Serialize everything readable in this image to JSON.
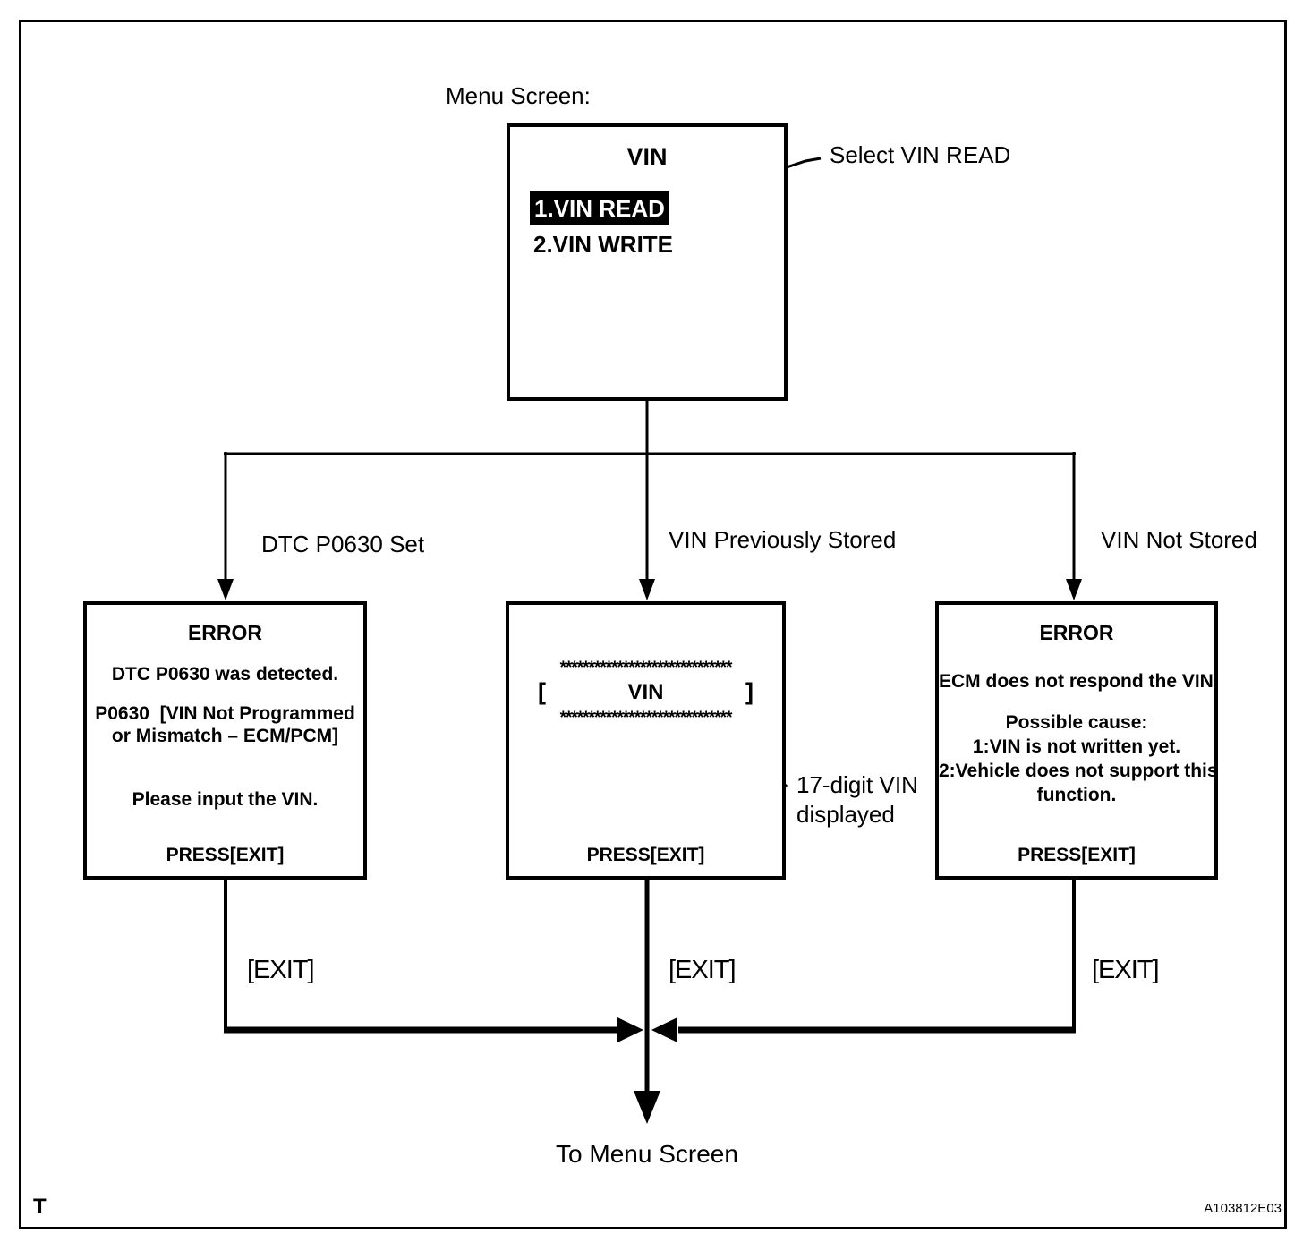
{
  "figure": {
    "corner_letter": "T",
    "figure_id": "A103812E03"
  },
  "labels": {
    "menu_screen": "Menu Screen:",
    "select_annotation": "Select VIN READ",
    "vin_annotation_line1": "17-digit VIN",
    "vin_annotation_line2": "displayed",
    "to_menu": "To Menu Screen"
  },
  "menu": {
    "title": "VIN",
    "items": [
      {
        "label": "1.VIN READ",
        "selected": true
      },
      {
        "label": "2.VIN WRITE",
        "selected": false
      }
    ]
  },
  "branches": [
    {
      "label": "DTC P0630 Set",
      "exit_label": "[EXIT]"
    },
    {
      "label": "VIN Previously Stored",
      "exit_label": "[EXIT]"
    },
    {
      "label": "VIN Not Stored",
      "exit_label": "[EXIT]"
    }
  ],
  "screens": {
    "dtc_error": {
      "title": "ERROR",
      "lines": [
        "DTC P0630 was detected.",
        "P0630  [VIN Not Programmed",
        "or Mismatch – ECM/PCM]",
        "Please input the VIN."
      ],
      "press": "PRESS[EXIT]"
    },
    "vin_display": {
      "stars": "******************************",
      "bracket_open": "[",
      "label": "VIN",
      "bracket_close": "]",
      "press": "PRESS[EXIT]"
    },
    "ecm_error": {
      "title": "ERROR",
      "lines": [
        "ECM does not respond the VIN.",
        "Possible cause:",
        "1:VIN is not written yet.",
        "2:Vehicle does not support this",
        "function.",
        ""
      ],
      "press": "PRESS[EXIT]"
    }
  },
  "colors": {
    "ink": "#000000",
    "paper": "#ffffff",
    "highlight_bg": "#000000",
    "highlight_text": "#ffffff"
  }
}
